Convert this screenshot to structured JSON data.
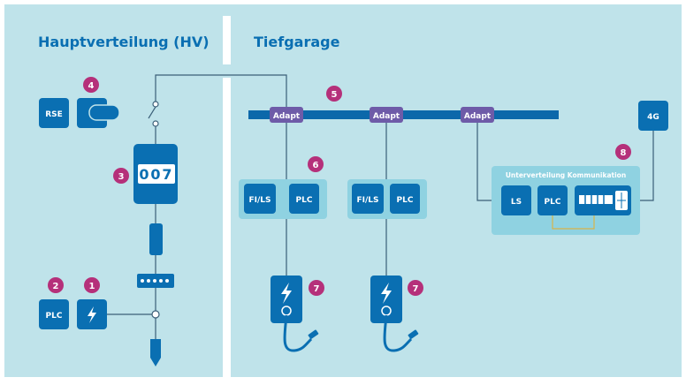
{
  "sections": {
    "main_distribution": "Hauptverteilung (HV)",
    "garage": "Tiefgarage"
  },
  "devices": {
    "rse": "RSE",
    "plc_main": "PLC",
    "adapt": "Adapt",
    "fils": "FI/LS",
    "plc": "PLC",
    "ls": "LS",
    "four_g": "4G"
  },
  "subdistribution": {
    "title": "Unterverteilung Kommunikation"
  },
  "meter": {
    "digits": [
      "0",
      "0",
      "7"
    ]
  },
  "markers": [
    "1",
    "2",
    "3",
    "4",
    "5",
    "6",
    "7",
    "8"
  ],
  "colors": {
    "background": "#bfe3ea",
    "blue": "#0a6fb2",
    "purple": "#6e5ba8",
    "magenta": "#b5307a",
    "bus": "#0c68aa",
    "panel": "#8fd2e1",
    "wire": "#3a5f78",
    "gold": "#d6b34a",
    "divider": "#ffffff"
  },
  "icons": [
    "lightning-icon",
    "plug-cable-icon",
    "terminal-block-icon",
    "ground-rod-icon",
    "switch-icon",
    "circuit-breaker-icon",
    "antenna-icon"
  ]
}
